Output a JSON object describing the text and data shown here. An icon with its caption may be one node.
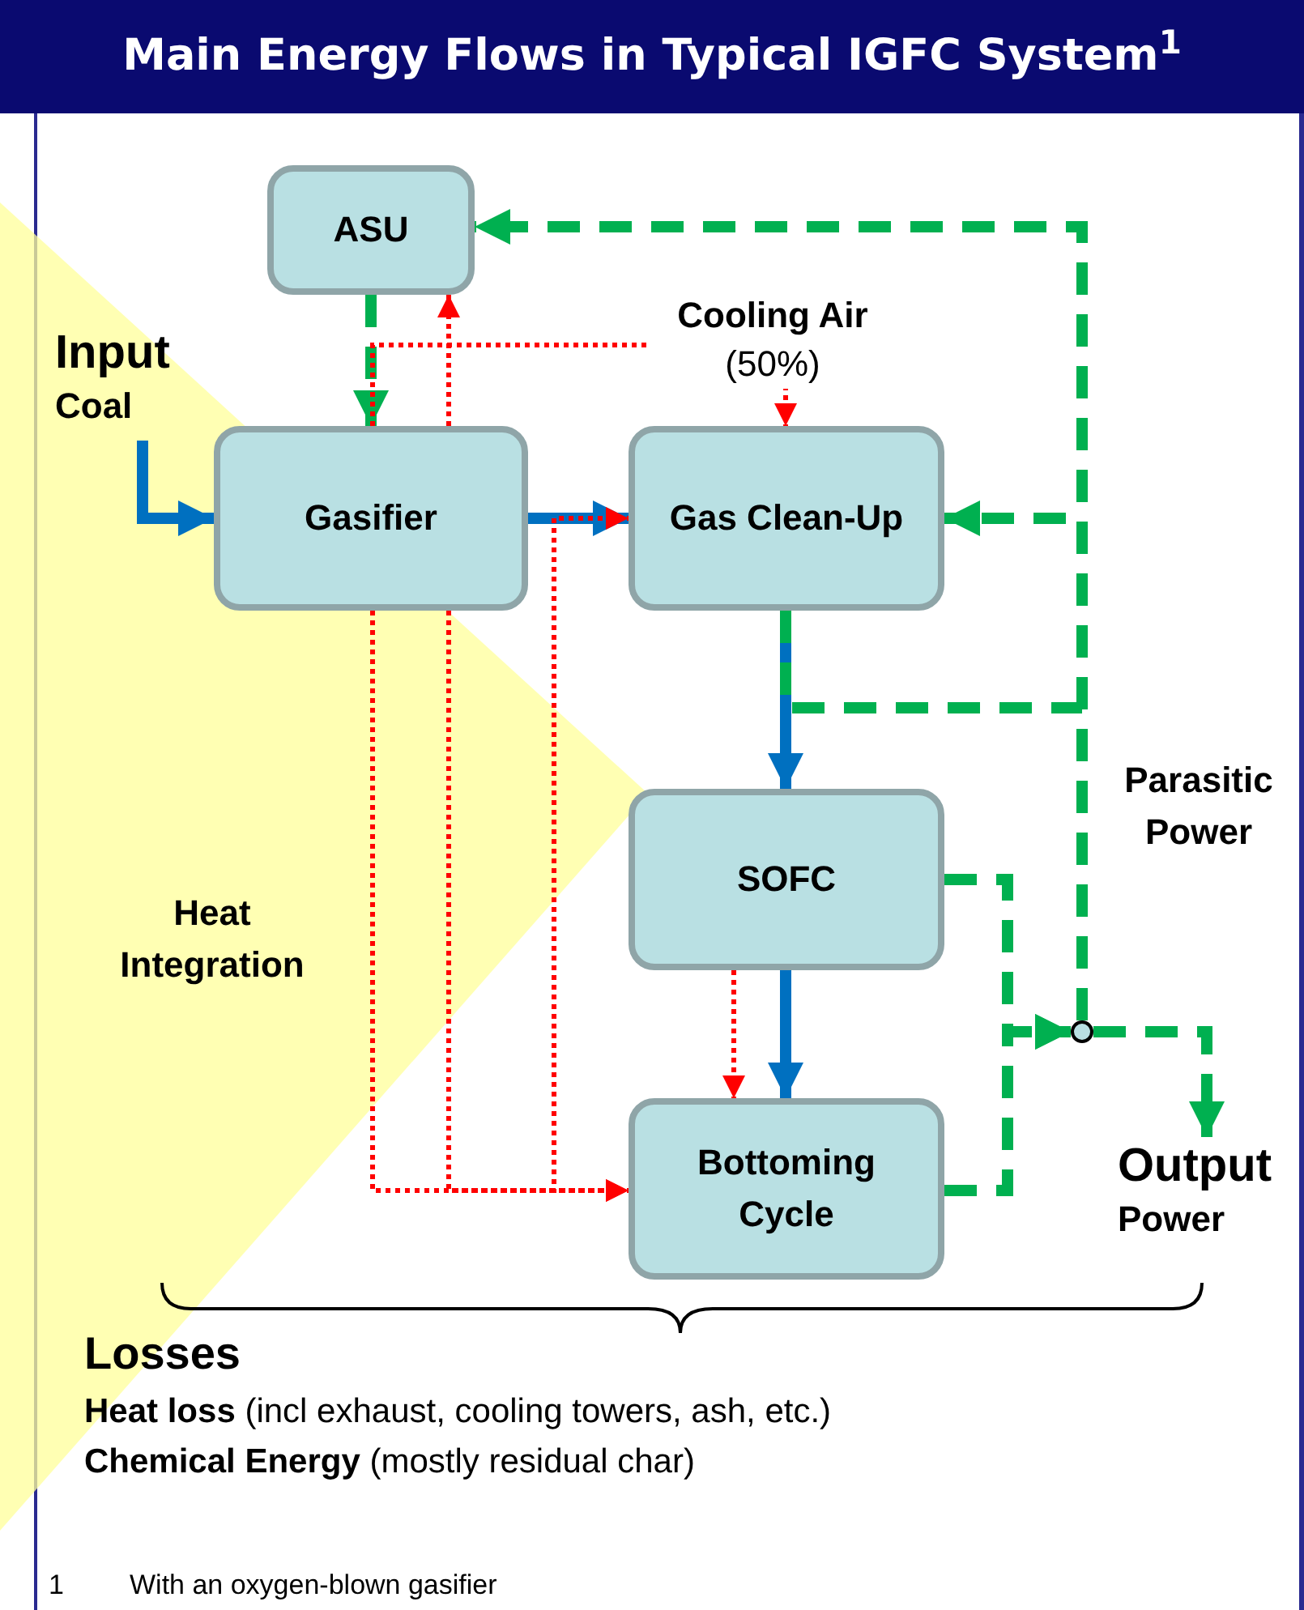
{
  "diagram": {
    "title": "Main Energy Flows in Typical IGFC System$^{1}$",
    "nodes": [
      {
        "text": [
          "ASU"
        ]
      },
      {
        "text": [
          "Input",
          "Coal"
        ]
      },
      {
        "text": [
          "Gasifier"
        ]
      },
      {
        "text": [
          "Gas Clean-Up"
        ]
      },
      {
        "text": [
          "SOFC"
        ]
      },
      {
        "text": [
          "Bottoming Cycle"
        ]
      },
      {
        "text": [],
        "shape": "circle"
      },
      {
        "text": [
          "Output",
          "Power"
        ]
      }
    ],
    "edges": [
      {
        "from": 0,
        "to": 2,
        "arrow": "to",
        "style": "dashed"
      },
      {
        "from": 2,
        "to": 0,
        "arrow": "to",
        "style": "dashed",
        "color": "#ff0000"
      },
      {
        "from": 2,
        "to": 3,
        "arrow": "to",
        "style": "dashed",
        "color": "#ff0000",
        "label": "**Cooling Air** (50%)"
      },
      {
        "from": 1,
        "to": 2,
        "arrow": "to",
        "color": "#0070c0"
      },
      {
        "from": 2,
        "to": 3,
        "arrow": "to",
        "color": "#0070c0"
      },
      {
        "from": 2,
        "to": 5,
        "arrow": "to",
        "style": "dashed",
        "color": "#ff0000"
      },
      {
        "from": 2,
        "to": 5,
        "arrow": "to",
        "style": "dashed",
        "color": "#ff0000"
      },
      {
        "from": 2,
        "to": 3,
        "arrow": "to",
        "style": "dashed",
        "color": "#ff0000"
      },
      {
        "from": 3,
        "to": 4,
        "arrow": "to",
        "color": "#0070c0"
      },
      {
        "from": 4,
        "to": 5,
        "arrow": "to",
        "style": "dashed",
        "color": "#ff0000"
      },
      {
        "from": 4,
        "to": 5,
        "arrow": "to",
        "color": "#0070c0"
      },
      {
        "from": 4,
        "to": 6,
        "arrow": "to",
        "style": "dashed"
      },
      {
        "from": 5,
        "to": 6,
        "arrow": "to",
        "style": "dashed"
      },
      {
        "from": 6,
        "to": 7,
        "arrow": "to",
        "style": "dashed"
      },
      {
        "from": 6,
        "to": 3,
        "arrow": "to",
        "style": "dashed"
      },
      {
        "from": 6,
        "to": 0,
        "arrow": "to",
        "style": "dashed"
      },
      {
        "from": 3,
        "to": 6,
        "arrow": "none",
        "style": "dashed"
      }
    ],
    "labels": [
      "Parasitic Power",
      "Heat Integration",
      "Losses",
      "**Heat loss** (incl exhaust, cooling towers, ash, etc.)",
      "**Chemical Energy** (mostly residual char)",
      "1",
      "With an oxygen-blown gasifier"
    ]
  }
}
